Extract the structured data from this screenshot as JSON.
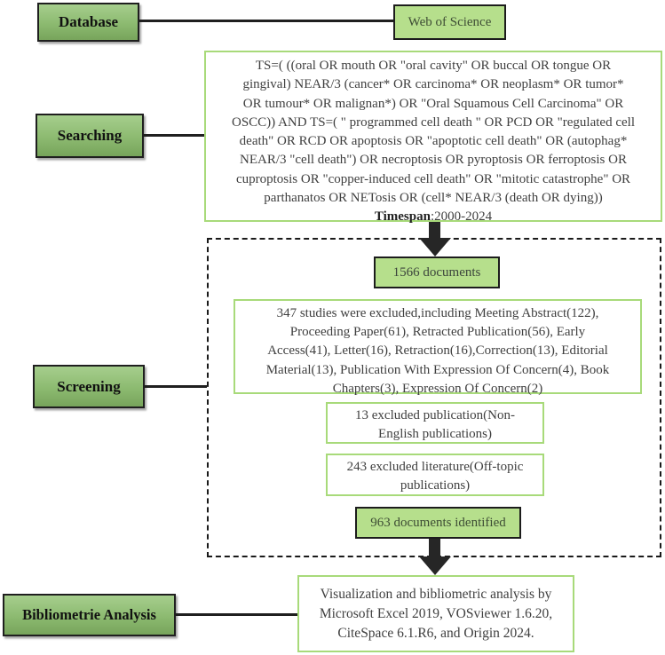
{
  "stages": {
    "database_label": "Database",
    "searching_label": "Searching",
    "screening_label": "Screening",
    "analysis_label": "Bibliometrie Analysis"
  },
  "database": {
    "source": "Web of Science"
  },
  "searching": {
    "query_lines": [
      "TS=( ((oral OR mouth OR \"oral cavity\" OR buccal OR tongue OR",
      "gingival)  NEAR/3 (cancer* OR carcinoma* OR neoplasm* OR tumor*",
      "OR tumour* OR malignan*) OR \"Oral Squamous Cell Carcinoma\" OR",
      "OSCC)) AND TS=( \" programmed cell death \" OR PCD OR \"regulated cell",
      "death\" OR RCD OR apoptosis OR \"apoptotic cell death\" OR (autophag*",
      "NEAR/3 \"cell death\") OR necroptosis OR pyroptosis OR ferroptosis OR",
      "cuproptosis OR \"copper-induced cell death\" OR \"mitotic catastrophe\" OR",
      "parthanatos OR NETosis OR (cell* NEAR/3 (death OR dying))"
    ],
    "timespan_label": "Timespan",
    "timespan_value": ":2000-2024"
  },
  "screening": {
    "initial_documents": "1566 documents",
    "excluded_studies_lines": [
      "347 studies were excluded,including Meeting Abstract(122),",
      "Proceeding Paper(61), Retracted Publication(56), Early",
      "Access(41), Letter(16), Retraction(16),Correction(13), Editorial",
      "Material(13), Publication With Expression Of Concern(4), Book",
      "Chapters(3), Expression Of Concern(2)"
    ],
    "excluded_non_english_lines": [
      "13 excluded publication(Non-",
      "English publications)"
    ],
    "excluded_off_topic_lines": [
      "243 excluded literature(Off-topic",
      "publications)"
    ],
    "identified_documents": "963 documents identified"
  },
  "analysis": {
    "tools_lines": [
      "Visualization and bibliometric analysis by",
      "Microsoft Excel 2019, VOSviewer 1.6.20,",
      "CiteSpace 6.1.R6, and Origin 2024."
    ]
  },
  "colors": {
    "stage_box_top": "#a6ce8d",
    "stage_box_bottom": "#77a45b",
    "light_green_fill": "#b6df8c",
    "light_green_border": "#a8da7a",
    "dark_border": "#1f1f1f",
    "text_dark": "#3f3f3f",
    "text_green_dark": "#3e4d35"
  }
}
